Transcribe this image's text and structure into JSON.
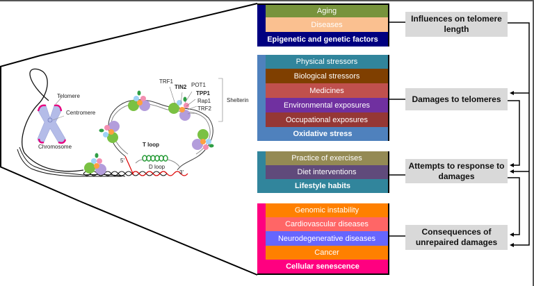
{
  "illustration": {
    "labels": {
      "telomere": "Telomere",
      "centromere": "Centromere",
      "chromosome": "Chromosome",
      "trf1": "TRF1",
      "tin2": "TIN2",
      "pot1": "POT1",
      "tpp1": "TPP1",
      "rap1": "Rap1",
      "trf2": "TRF2",
      "shelterin": "Shelterin",
      "t_loop": "T loop",
      "d_loop": "D loop",
      "five_prime": "5'",
      "three_prime": "3'"
    }
  },
  "panels": [
    {
      "id": "epigenetic",
      "accent": "#000080",
      "rows": [
        {
          "label": "Aging",
          "color": "#77933c"
        },
        {
          "label": "Diseases",
          "color": "#fac090"
        }
      ],
      "footer": "Epigenetic and genetic factors"
    },
    {
      "id": "oxidative",
      "accent": "#4f81bd",
      "rows": [
        {
          "label": "Physical stressors",
          "color": "#31859c"
        },
        {
          "label": "Biological stressors",
          "color": "#7f3f00"
        },
        {
          "label": "Medicines",
          "color": "#c0504d"
        },
        {
          "label": "Environmental exposures",
          "color": "#7030a0"
        },
        {
          "label": "Occupational exposures",
          "color": "#953735"
        }
      ],
      "footer": "Oxidative stress"
    },
    {
      "id": "lifestyle",
      "accent": "#31859c",
      "rows": [
        {
          "label": "Practice of exercises",
          "color": "#948a54"
        },
        {
          "label": "Diet interventions",
          "color": "#604a7b"
        }
      ],
      "footer": "Lifestyle habits"
    },
    {
      "id": "senescence",
      "accent": "#ff0080",
      "rows": [
        {
          "label": "Genomic instability",
          "color": "#ff8000"
        },
        {
          "label": "Cardiovascular diseases",
          "color": "#ff6666"
        },
        {
          "label": "Neurodegenerative diseases",
          "color": "#6666ff"
        },
        {
          "label": "Cancer",
          "color": "#ff8000"
        }
      ],
      "footer": "Cellular senescence"
    }
  ],
  "stages": [
    {
      "label": "Influences on telomere length"
    },
    {
      "label": "Damages to telomeres"
    },
    {
      "label": "Attempts to response to damages"
    },
    {
      "label": "Consequences of unrepaired damages"
    }
  ]
}
